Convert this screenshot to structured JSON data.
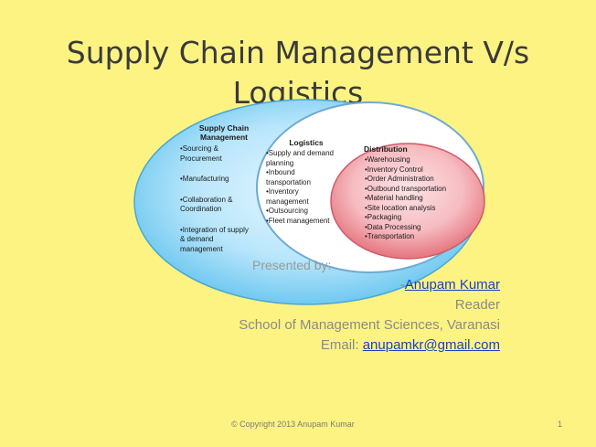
{
  "title": {
    "line1": "Supply Chain Management V/s",
    "line2": "Logistics"
  },
  "diagram": {
    "scm": {
      "heading_line1": "Supply Chain",
      "heading_line2": "Management",
      "items": [
        "•Sourcing &",
        "Procurement",
        "•Manufacturing",
        "•Collaboration &",
        "Coordination",
        "•Integration of supply",
        "& demand",
        "management"
      ]
    },
    "logistics": {
      "heading": "Logistics",
      "items": [
        "•Supply and demand",
        "planning",
        "•Inbound",
        "transportation",
        "•Inventory",
        "management",
        "•Outsourcing",
        "•Fleet management"
      ]
    },
    "distribution": {
      "heading": "Distribution",
      "items": [
        "•Warehousing",
        "•Inventory Control",
        "•Order Administration",
        "•Outbound transportation",
        "•Material handling",
        "•Site location analysis",
        "•Packaging",
        "•Data Processing",
        "•Transportation"
      ]
    }
  },
  "presenter": {
    "presented_by": "Presented by:",
    "dash": "-",
    "name": "Anupam Kumar",
    "role": "Reader",
    "school": "School of Management Sciences, Varanasi",
    "email_label": "Email: ",
    "email": "anupamkr@gmail.com"
  },
  "footer": {
    "copyright": "© Copyright 2013 Anupam Kumar",
    "page_number": "1"
  },
  "colors": {
    "background": "#fdf382",
    "outer_ellipse": "#5fc2ee",
    "middle_ellipse": "#ffffff",
    "inner_ellipse": "#f2a2a8",
    "link": "#1b3fc4"
  }
}
